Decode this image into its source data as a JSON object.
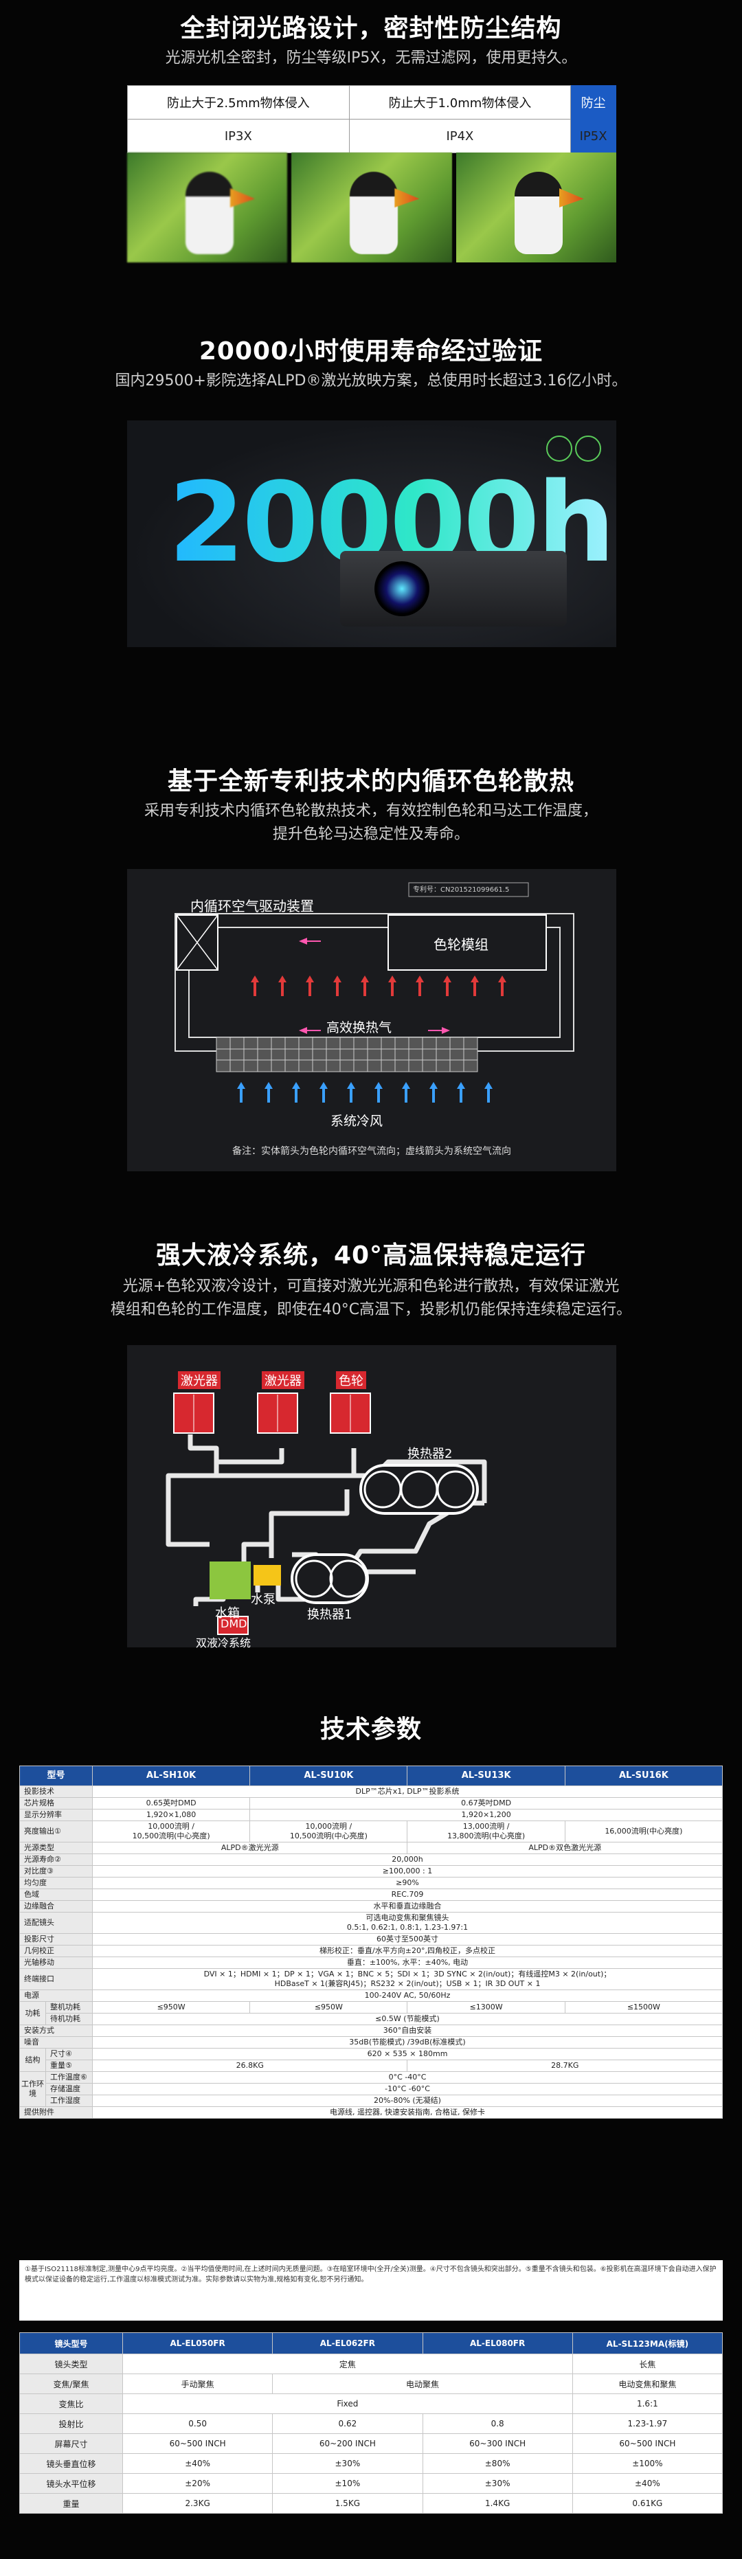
{
  "sec1": {
    "title": "全封闭光路设计，密封性防尘结构",
    "subtitle": "光源光机全密封，防尘等级IP5X，无需过滤网，使用更持久。",
    "ip_headers": [
      "防止大于2.5mm物体侵入",
      "防止大于1.0mm物体侵入",
      "防尘"
    ],
    "ip_values": [
      "IP3X",
      "IP4X",
      "IP5X"
    ]
  },
  "sec2": {
    "title": "20000小时使用寿命经过验证",
    "subtitle": "国内29500+影院选择ALPD®激光放映方案，总使用时长超过3.16亿小时。",
    "big": "20000h"
  },
  "sec3": {
    "title": "基于全新专利技术的内循环色轮散热",
    "subtitle_lines": [
      "采用专利技术内循环色轮散热技术，有效控制色轮和马达工作温度，",
      "提升色轮马达稳定性及寿命。"
    ],
    "patent": "专利号：CN201521099661.5",
    "label_drive": "内循环空气驱动装置",
    "label_wheel": "色轮模组",
    "label_heat": "高效换热气",
    "label_wind": "系统冷风",
    "note": "备注：实体箭头为色轮内循环空气流向；虚线箭头为系统空气流向"
  },
  "sec4": {
    "title": "强大液冷系统，40°高温保持稳定运行",
    "subtitle_lines": [
      "光源+色轮双液冷设计，可直接对激光光源和色轮进行散热，有效保证激光",
      "模组和色轮的工作温度，即使在40°C高温下，投影机仍能保持连续稳定运行。"
    ],
    "laser1": "激光器",
    "laser2": "激光器",
    "wheel": "色轮",
    "hx2": "换热器2",
    "hx1": "换热器1",
    "tank": "水箱",
    "pump": "水泵",
    "dmd": "DMD",
    "system": "双液冷系统"
  },
  "specs": {
    "title": "技术参数",
    "header": [
      "型号",
      "AL-SH10K",
      "AL-SU10K",
      "AL-SU13K",
      "AL-SU16K"
    ],
    "rows": [
      {
        "label": "投影技术",
        "cells": [
          "DLP™芯片x1, DLP™投影系统"
        ],
        "span": [
          4
        ]
      },
      {
        "label": "芯片规格",
        "cells": [
          "0.65英吋DMD",
          "0.67英吋DMD"
        ],
        "span": [
          1,
          3
        ]
      },
      {
        "label": "显示分辨率",
        "cells": [
          "1,920×1,080",
          "1,920×1,200"
        ],
        "span": [
          1,
          3
        ]
      },
      {
        "label": "亮度输出①",
        "cells": [
          "10,000流明 /\n10,500流明(中心亮度)",
          "10,000流明 /\n10,500流明(中心亮度)",
          "13,000流明 /\n13,800流明(中心亮度)",
          "16,000流明(中心亮度)"
        ],
        "span": [
          1,
          1,
          1,
          1
        ]
      },
      {
        "label": "光源类型",
        "cells": [
          "ALPD®激光光源",
          "ALPD®双色激光光源"
        ],
        "span": [
          2,
          2
        ]
      },
      {
        "label": "光源寿命②",
        "cells": [
          "20,000h"
        ],
        "span": [
          4
        ]
      },
      {
        "label": "对比度③",
        "cells": [
          "≥100,000 : 1"
        ],
        "span": [
          4
        ]
      },
      {
        "label": "均匀度",
        "cells": [
          "≥90%"
        ],
        "span": [
          4
        ]
      },
      {
        "label": "色域",
        "cells": [
          "REC.709"
        ],
        "span": [
          4
        ]
      },
      {
        "label": "边缘融合",
        "cells": [
          "水平和垂直边缘融合"
        ],
        "span": [
          4
        ]
      },
      {
        "label": "适配镜头",
        "cells": [
          "可选电动变焦和聚焦镜头\n0.5:1, 0.62:1, 0.8:1, 1.23-1.97:1"
        ],
        "span": [
          4
        ]
      },
      {
        "label": "投影尺寸",
        "cells": [
          "60英寸至500英寸"
        ],
        "span": [
          4
        ]
      },
      {
        "label": "几何校正",
        "cells": [
          "梯形校正：垂直/水平方向±20°,四角校正，多点校正"
        ],
        "span": [
          4
        ]
      },
      {
        "label": "光轴移动",
        "cells": [
          "垂直：±100%, 水平：±40%, 电动"
        ],
        "span": [
          4
        ]
      },
      {
        "label": "终端接口",
        "cells": [
          "DVI × 1；HDMI × 1；DP × 1；VGA × 1；BNC × 5；SDI × 1；3D SYNC × 2(in/out)；有线遥控M3 × 2(in/out)；\nHDBaseT × 1(兼容RJ45)；RS232 × 2(in/out)；USB × 1；IR 3D OUT × 1"
        ],
        "span": [
          4
        ]
      },
      {
        "label": "电源",
        "cells": [
          "100-240V AC, 50/60Hz"
        ],
        "span": [
          4
        ]
      },
      {
        "group": "功耗",
        "label": "整机功耗",
        "cells": [
          "≤950W",
          "≤950W",
          "≤1300W",
          "≤1500W"
        ],
        "span": [
          1,
          1,
          1,
          1
        ]
      },
      {
        "group": "",
        "label": "待机功耗",
        "cells": [
          "≤0.5W (节能模式)"
        ],
        "span": [
          4
        ]
      },
      {
        "label": "安装方式",
        "cells": [
          "360°自由安装"
        ],
        "span": [
          4
        ]
      },
      {
        "label": "噪音",
        "cells": [
          "35dB(节能模式) /39dB(标准模式)"
        ],
        "span": [
          4
        ]
      },
      {
        "group": "结构",
        "label": "尺寸④",
        "cells": [
          "620 × 535 × 180mm"
        ],
        "span": [
          4
        ]
      },
      {
        "group": "",
        "label": "重量⑤",
        "cells": [
          "26.8KG",
          "28.7KG"
        ],
        "span": [
          2,
          2
        ]
      },
      {
        "group": "工作环境",
        "label": "工作温度⑥",
        "cells": [
          "0°C -40°C"
        ],
        "span": [
          4
        ]
      },
      {
        "group": "",
        "label": "存储温度",
        "cells": [
          "-10°C -60°C"
        ],
        "span": [
          4
        ]
      },
      {
        "group": "",
        "label": "工作湿度",
        "cells": [
          "20%-80% (无凝结)"
        ],
        "span": [
          4
        ]
      },
      {
        "label": "提供附件",
        "cells": [
          "电源线, 遥控器, 快速安装指南, 合格证, 保修卡"
        ],
        "span": [
          4
        ]
      }
    ],
    "note": "①基于ISO21118标准制定,测量中心9点平均亮度。②当平均值使用时间,在上述时间内无质量问题。③在暗室环境中(全开/全关)测量。④尺寸不包含镜头和突出部分。⑤重量不含镜头和包装。⑥投影机在高温环境下会自动进入保护模式以保证设备的稳定运行,工作温度以标准模式测试为准。实际参数请以实物为准,规格如有变化,恕不另行通知。"
  },
  "lens": {
    "header": [
      "镜头型号",
      "AL-EL050FR",
      "AL-EL062FR",
      "AL-EL080FR",
      "AL-SL123MA(标镜)"
    ],
    "rows": [
      {
        "label": "镜头类型",
        "cells": [
          "定焦",
          "长焦"
        ],
        "span": [
          3,
          1
        ]
      },
      {
        "label": "变焦/聚焦",
        "cells": [
          "手动聚焦",
          "电动聚焦",
          "电动变焦和聚焦"
        ],
        "span": [
          1,
          2,
          1
        ]
      },
      {
        "label": "变焦比",
        "cells": [
          "Fixed",
          "1.6:1"
        ],
        "span": [
          3,
          1
        ]
      },
      {
        "label": "投射比",
        "cells": [
          "0.50",
          "0.62",
          "0.8",
          "1.23-1.97"
        ],
        "span": [
          1,
          1,
          1,
          1
        ]
      },
      {
        "label": "屏幕尺寸",
        "cells": [
          "60~500 INCH",
          "60~200 INCH",
          "60~300 INCH",
          "60~500 INCH"
        ],
        "span": [
          1,
          1,
          1,
          1
        ]
      },
      {
        "label": "镜头垂直位移",
        "cells": [
          "±40%",
          "±30%",
          "±80%",
          "±100%"
        ],
        "span": [
          1,
          1,
          1,
          1
        ]
      },
      {
        "label": "镜头水平位移",
        "cells": [
          "±20%",
          "±10%",
          "±30%",
          "±40%"
        ],
        "span": [
          1,
          1,
          1,
          1
        ]
      },
      {
        "label": "重量",
        "cells": [
          "2.3KG",
          "1.5KG",
          "1.4KG",
          "0.61KG"
        ],
        "span": [
          1,
          1,
          1,
          1
        ]
      }
    ]
  }
}
